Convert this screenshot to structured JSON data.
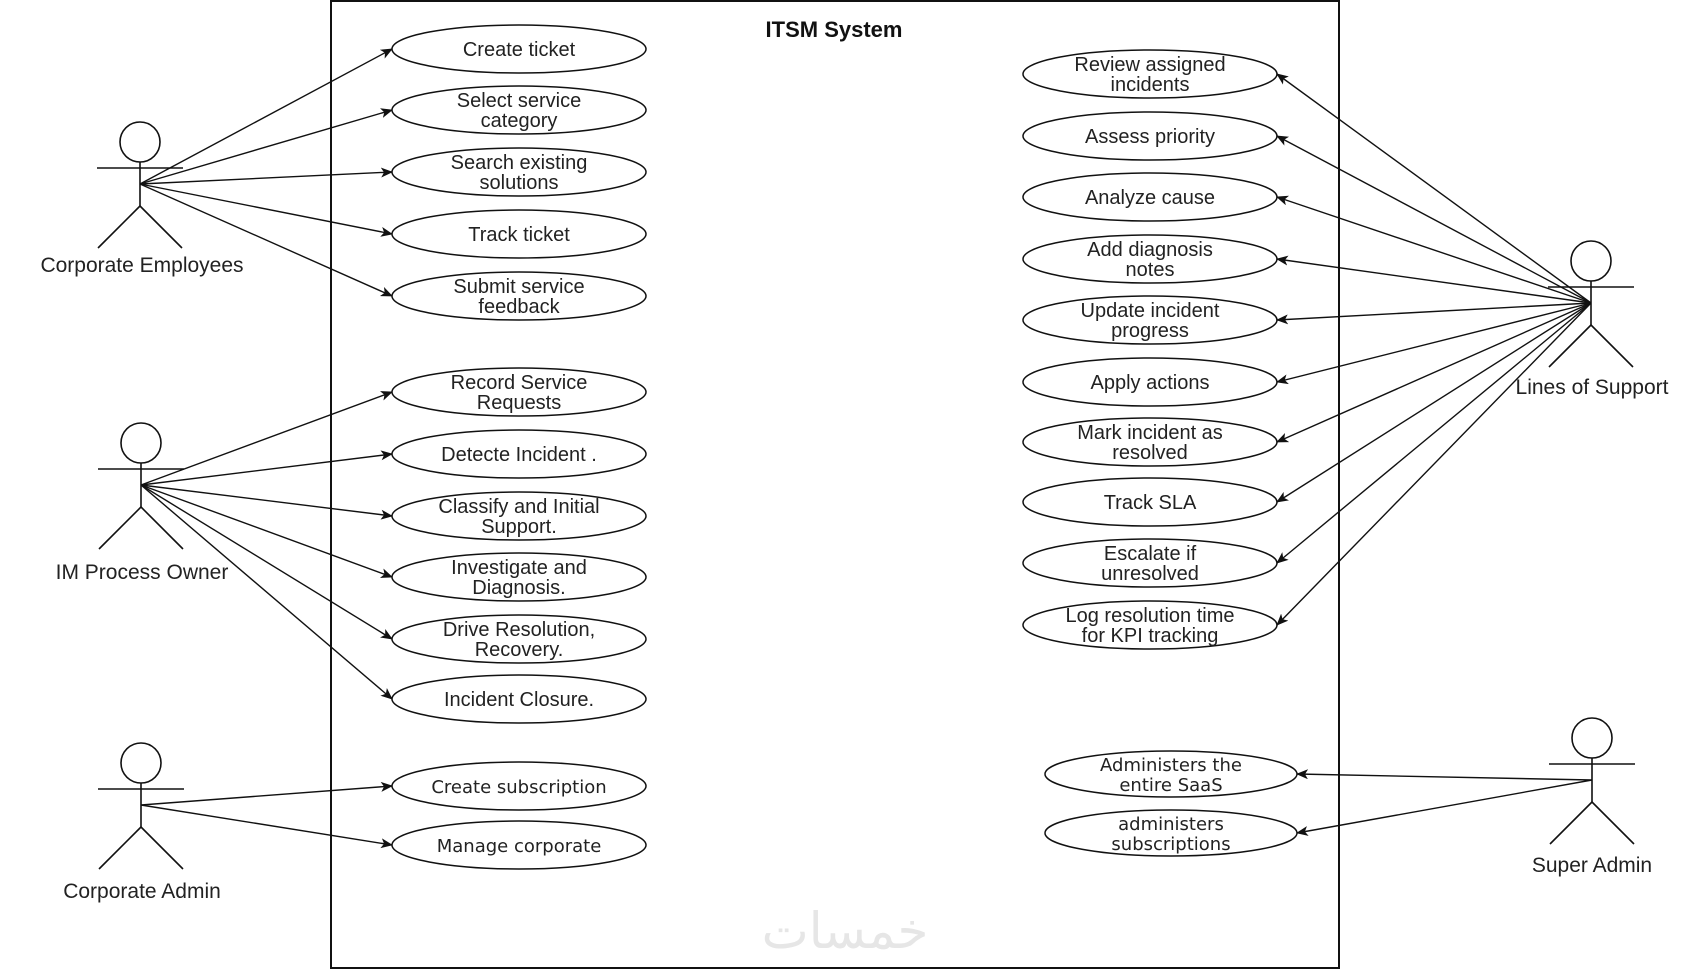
{
  "system": {
    "title": "ITSM System"
  },
  "watermark": "خمسات",
  "actors": [
    {
      "id": "corporate-employees",
      "label": "Corporate Employees"
    },
    {
      "id": "im-process-owner",
      "label": "IM Process Owner"
    },
    {
      "id": "corporate-admin",
      "label": "Corporate Admin"
    },
    {
      "id": "lines-of-support",
      "label": "Lines of Support"
    },
    {
      "id": "super-admin",
      "label": "Super Admin"
    }
  ],
  "use_cases": {
    "corporate_employees": [
      {
        "lines": [
          "Create ticket"
        ]
      },
      {
        "lines": [
          "Select service",
          "category"
        ]
      },
      {
        "lines": [
          "Search existing",
          "solutions"
        ]
      },
      {
        "lines": [
          "Track ticket"
        ]
      },
      {
        "lines": [
          "Submit service",
          "feedback"
        ]
      }
    ],
    "im_process_owner": [
      {
        "lines": [
          "Record Service",
          "Requests"
        ]
      },
      {
        "lines": [
          "Detecte Incident ."
        ]
      },
      {
        "lines": [
          "Classify and Initial",
          "Support."
        ]
      },
      {
        "lines": [
          "Investigate and",
          "Diagnosis."
        ]
      },
      {
        "lines": [
          "Drive Resolution,",
          "Recovery."
        ]
      },
      {
        "lines": [
          "Incident Closure."
        ]
      }
    ],
    "corporate_admin": [
      {
        "lines": [
          "Create subscription"
        ]
      },
      {
        "lines": [
          "Manage corporate"
        ]
      }
    ],
    "lines_of_support": [
      {
        "lines": [
          "Review assigned",
          "incidents"
        ]
      },
      {
        "lines": [
          "Assess priority"
        ]
      },
      {
        "lines": [
          "Analyze cause"
        ]
      },
      {
        "lines": [
          "Add diagnosis",
          "notes"
        ]
      },
      {
        "lines": [
          "Update incident",
          "progress"
        ]
      },
      {
        "lines": [
          "Apply actions"
        ]
      },
      {
        "lines": [
          "Mark incident as",
          "resolved"
        ]
      },
      {
        "lines": [
          "Track SLA"
        ]
      },
      {
        "lines": [
          "Escalate if",
          "unresolved"
        ]
      },
      {
        "lines": [
          "Log resolution time",
          "for KPI tracking"
        ]
      }
    ],
    "super_admin": [
      {
        "lines": [
          "Administers the",
          "entire SaaS"
        ]
      },
      {
        "lines": [
          "administers",
          "subscriptions"
        ]
      }
    ]
  }
}
